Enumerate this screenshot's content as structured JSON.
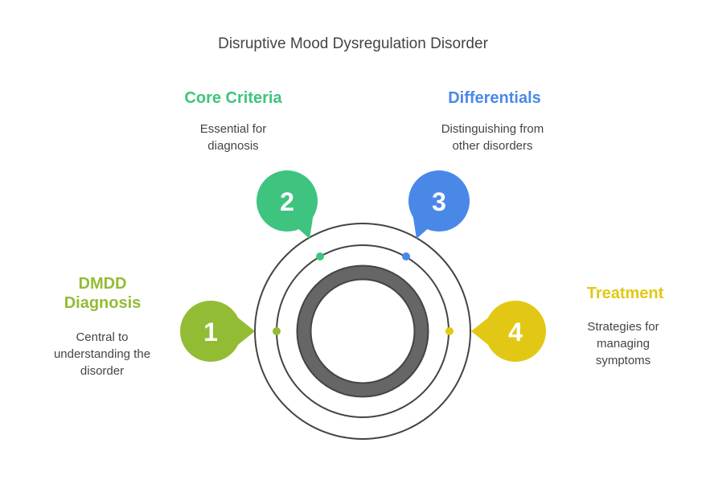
{
  "title": "Disruptive Mood Dysregulation Disorder",
  "colors": {
    "item1": "#93bc35",
    "item2": "#3ec47e",
    "item3": "#4a88e8",
    "item4": "#e2c814",
    "ring": "#666666",
    "line": "#444444"
  },
  "items": [
    {
      "number": "1",
      "heading": "DMDD Diagnosis",
      "description": "Central to understanding the disorder"
    },
    {
      "number": "2",
      "heading": "Core Criteria",
      "description": "Essential for diagnosis"
    },
    {
      "number": "3",
      "heading": "Differentials",
      "description": "Distinguishing from other disorders"
    },
    {
      "number": "4",
      "heading": "Treatment",
      "description": "Strategies for managing symptoms"
    }
  ]
}
